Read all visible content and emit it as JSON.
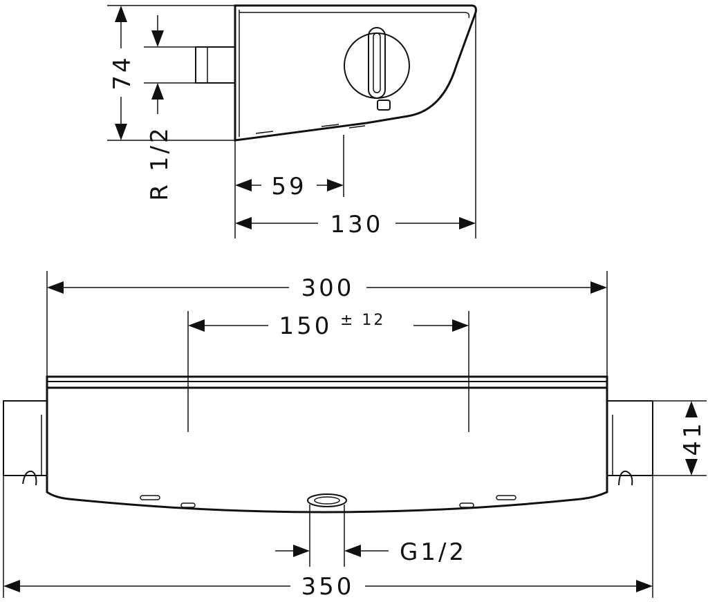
{
  "dimensions": {
    "height_74": "74",
    "thread_r": "R 1/2",
    "depth_59": "59",
    "depth_130": "130",
    "width_300": "300",
    "spacing_150": "150",
    "spacing_tolerance": "± 12",
    "height_41": "41",
    "outlet_g": "G1/2",
    "width_350": "350"
  }
}
